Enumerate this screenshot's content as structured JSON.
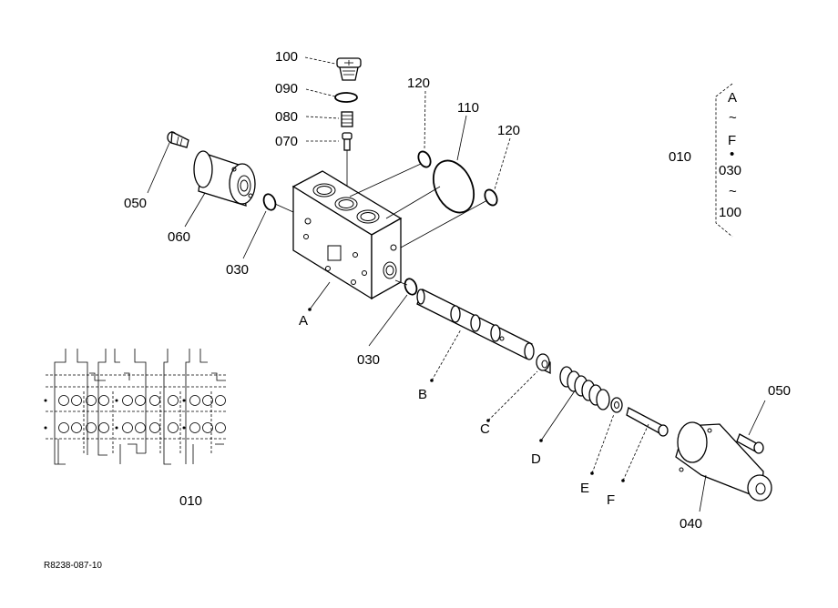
{
  "labels": {
    "p100": "100",
    "p090": "090",
    "p080": "080",
    "p070": "070",
    "p050a": "050",
    "p060": "060",
    "p030a": "030",
    "pA": "A",
    "p120a": "120",
    "p110": "110",
    "p120b": "120",
    "p030b": "030",
    "pB": "B",
    "pC": "C",
    "pD": "D",
    "pE": "E",
    "pF": "F",
    "p050b": "050",
    "p040": "040",
    "p010": "010"
  },
  "legend": {
    "assembly": "010",
    "range": [
      "A",
      "~",
      "F",
      "•",
      "030",
      "~",
      "100"
    ]
  },
  "schematic_label": "010",
  "figure_code": "R8238-087-10"
}
